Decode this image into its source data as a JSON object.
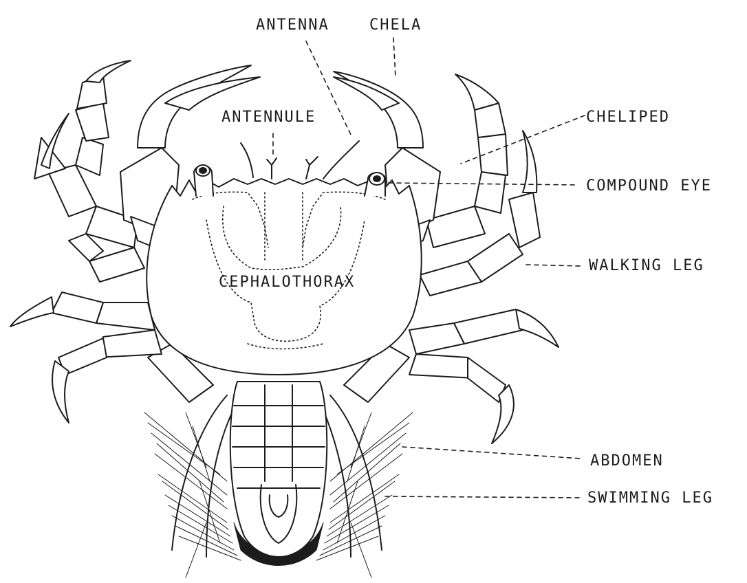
{
  "labels": {
    "antenna": "ANTENNA",
    "chela": "CHELA",
    "antennule": "ANTENNULE",
    "cheliped": "CHELIPED",
    "compound_eye": "COMPOUND EYE",
    "walking_leg": "WALKING LEG",
    "cephalothorax": "CEPHALOTHORAX",
    "abdomen": "ABDOMEN",
    "swimming_leg": "SWIMMING LEG"
  },
  "colors": {
    "line": "#1c1c1c",
    "background": "#ffffff"
  }
}
